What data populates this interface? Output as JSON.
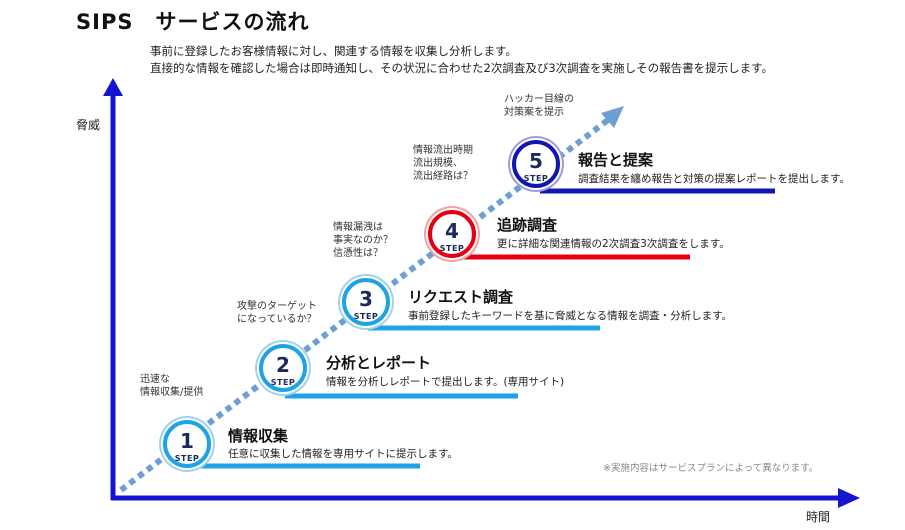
{
  "title": "SIPS　サービスの流れ",
  "intro": [
    "事前に登録したお客様情報に対し、関連する情報を収集し分析します。",
    "直接的な情報を確認した場合は即時通知し、その状況に合わせた2次調査及び3次調査を実施しその報告書を提示します。"
  ],
  "y_axis_label": "脅威",
  "x_axis_label": "時間",
  "top_note": [
    "ハッカー目線の",
    "対策案を提示"
  ],
  "footnote": "※実施内容はサービスプランによって異なります。",
  "colors": {
    "axis": "#1414d2",
    "step_cyan": "#1fa3e6",
    "step_navy": "#1414b4",
    "step_red": "#e60012",
    "arrow": "#6e9fd2"
  },
  "steps": [
    {
      "number": "1",
      "step_label": "STEP",
      "title": "情報収集",
      "description": "任意に収集した情報を専用サイトに提示します。",
      "note": [
        "迅速な",
        "情報収集/提供"
      ],
      "color": "#1fa3e6"
    },
    {
      "number": "2",
      "step_label": "STEP",
      "title": "分析とレポート",
      "description": "情報を分析しレポートで提出します。(専用サイト)",
      "note": [],
      "color": "#1fa3e6"
    },
    {
      "number": "3",
      "step_label": "STEP",
      "title": "リクエスト調査",
      "description": "事前登録したキーワードを基に脅威となる情報を調査・分析します。",
      "note": [
        "攻撃のターゲット",
        "になっているか？"
      ],
      "color": "#1fa3e6"
    },
    {
      "number": "4",
      "step_label": "STEP",
      "title": "追跡調査",
      "description": "更に詳細な関連情報の2次調査3次調査をします。",
      "note": [
        "情報漏洩は",
        "事実なのか？",
        "信憑性は？"
      ],
      "color": "#e60012"
    },
    {
      "number": "5",
      "step_label": "STEP",
      "title": "報告と提案",
      "description": "調査結果を纏め報告と対策の提案レポートを提出します。",
      "note": [
        "情報流出時期",
        "流出規模、",
        "流出経路は？"
      ],
      "color": "#1414b4"
    }
  ]
}
